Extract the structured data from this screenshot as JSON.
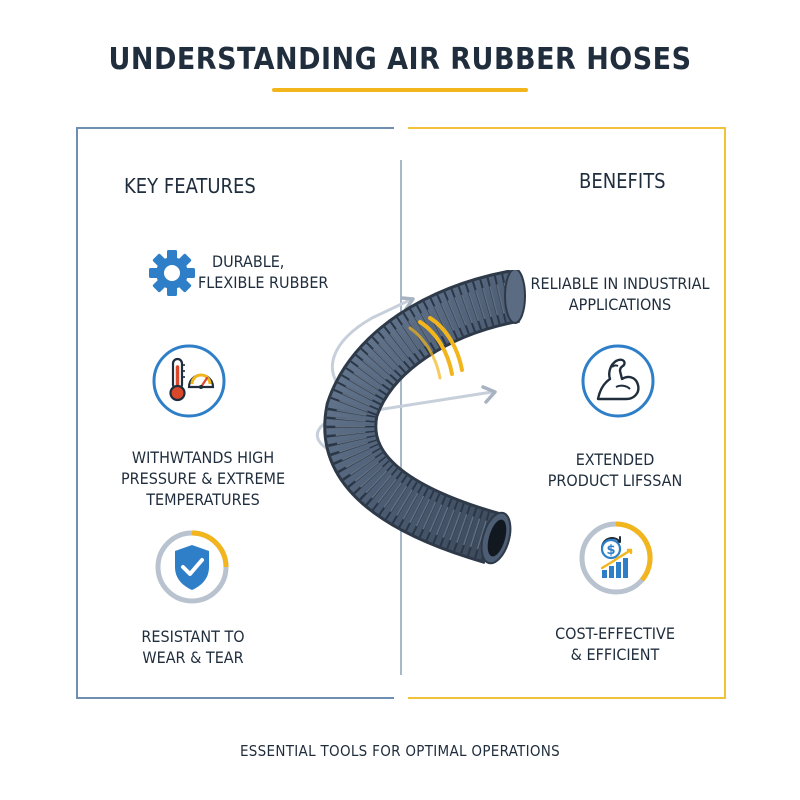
{
  "title": "UNDERSTANDING AIR RUBBER HOSES",
  "accent_colors": {
    "blue": "#2f7fc8",
    "gold": "#f2b51c",
    "navy": "#1f2d3d",
    "hose": "#4c5d74"
  },
  "features": {
    "heading": "KEY FEATURES",
    "items": [
      {
        "line1": "DURABLE,",
        "line2": "FLEXIBLE RUBBER",
        "icon": "gear-icon"
      },
      {
        "line1": "WITHWTANDS HIGH",
        "line2": "PRESSURE & EXTREME",
        "line3": "TEMPERATURES",
        "icon": "thermometer-gauge-icon"
      },
      {
        "line1": "RESISTANT TO",
        "line2": "WEAR & TEAR",
        "icon": "shield-check-icon"
      }
    ]
  },
  "benefits": {
    "heading": "BENEFITS",
    "items": [
      {
        "line1": "RELIABLE IN INDUSTRIAL",
        "line2": "APPLICATIONS"
      },
      {
        "line1": "EXTENDED",
        "line2": "PRODUCT LIFSSAN",
        "icon": "flexed-arm-icon"
      },
      {
        "line1": "COST-EFFECTIVE",
        "line2": "& EFFICIENT",
        "icon": "dollar-growth-chart-icon"
      }
    ]
  },
  "footer": "ESSENTIAL TOOLS FOR OPTIMAL OPERATIONS"
}
